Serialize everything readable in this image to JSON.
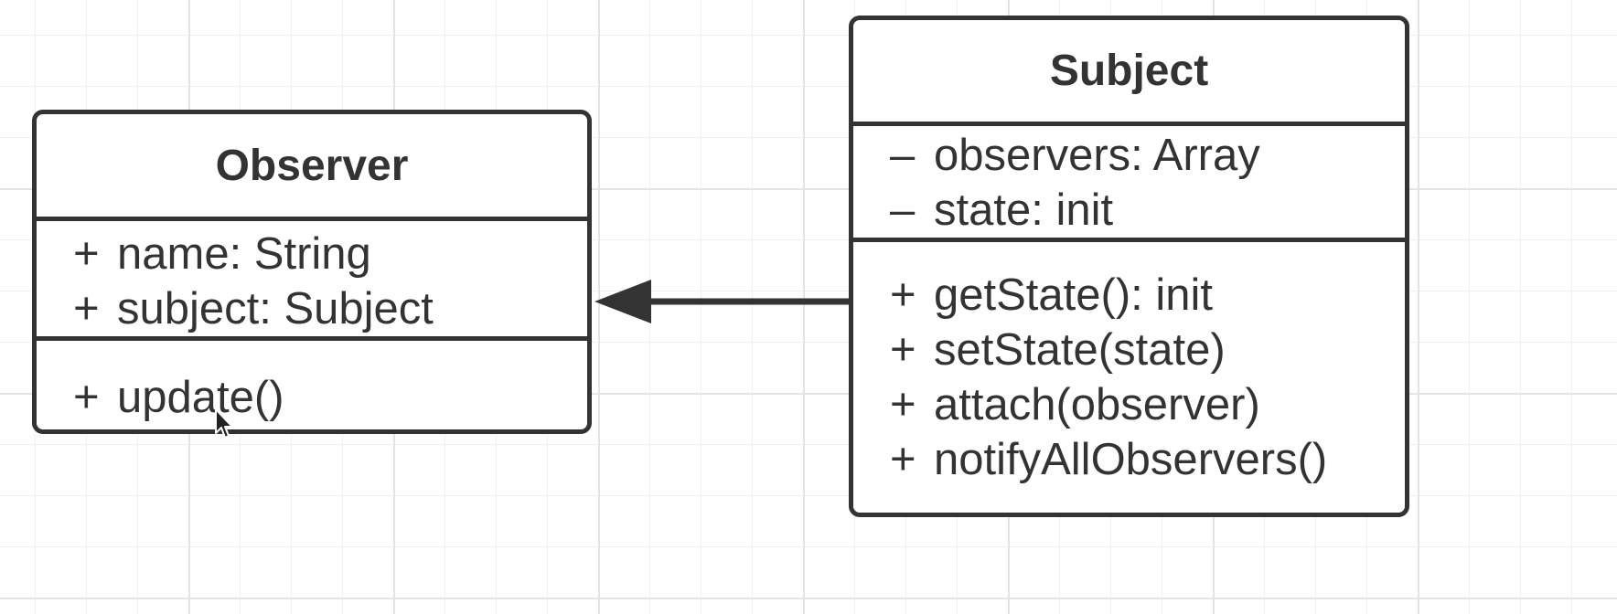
{
  "diagram": {
    "observer": {
      "name": "Observer",
      "attributes": [
        {
          "visibility": "+",
          "text": "name: String"
        },
        {
          "visibility": "+",
          "text": "subject: Subject"
        }
      ],
      "operations": [
        {
          "visibility": "+",
          "text": "update()"
        }
      ]
    },
    "subject": {
      "name": "Subject",
      "attributes": [
        {
          "visibility": "–",
          "text": "observers: Array"
        },
        {
          "visibility": "–",
          "text": "state: init"
        }
      ],
      "operations": [
        {
          "visibility": "+",
          "text": "getState(): init"
        },
        {
          "visibility": "+",
          "text": "setState(state)"
        },
        {
          "visibility": "+",
          "text": "attach(observer)"
        },
        {
          "visibility": "+",
          "text": "notifyAllObservers()"
        }
      ]
    },
    "association": {
      "from": "Subject",
      "to": "Observer",
      "arrowhead": "filled-triangle"
    }
  },
  "colors": {
    "stroke": "#333333",
    "text": "#333333",
    "grid_major": "#e4e4e4",
    "grid_minor": "#f0f0f0",
    "background": "#ffffff"
  },
  "icons": {
    "cursor": "arrow-cursor-icon"
  }
}
